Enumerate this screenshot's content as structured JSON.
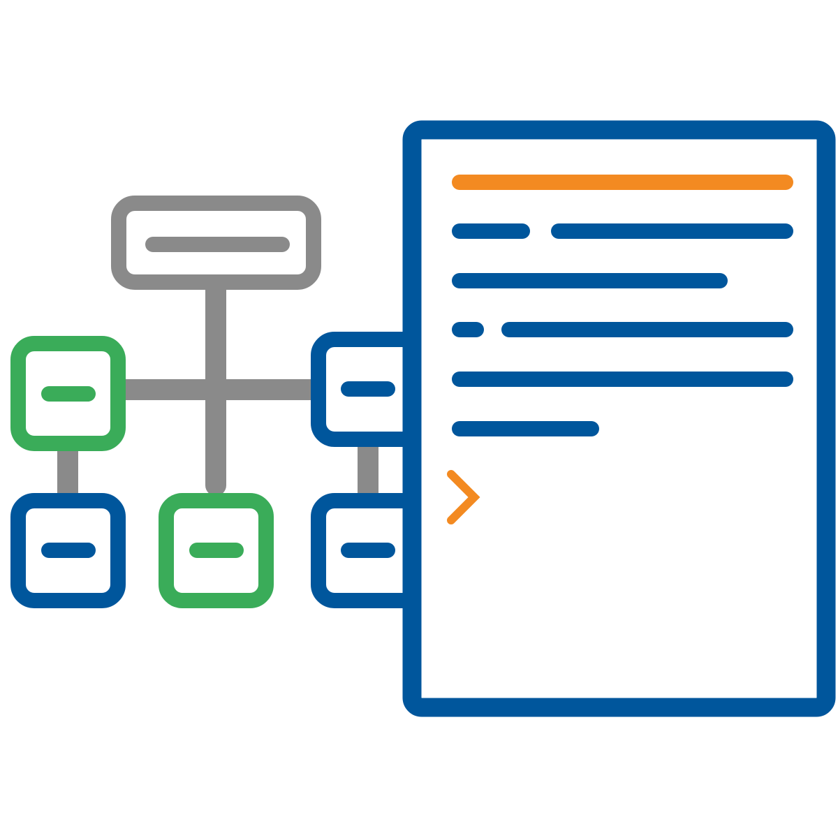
{
  "colors": {
    "gray": "#8a8a8a",
    "green": "#3aac59",
    "blue": "#00569c",
    "orange": "#f38a21",
    "background": "#ffffff"
  },
  "icons": {
    "hierarchy": "sitemap-icon",
    "document": "document-icon",
    "prompt": "chevron-right-icon"
  },
  "hierarchy": {
    "root": {
      "color": "gray"
    },
    "nodes": [
      {
        "name": "left",
        "color": "green"
      },
      {
        "name": "right",
        "color": "blue"
      },
      {
        "name": "bottom-left",
        "color": "blue"
      },
      {
        "name": "bottom-middle",
        "color": "green"
      },
      {
        "name": "bottom-right",
        "color": "blue"
      }
    ]
  },
  "document": {
    "border_color": "blue",
    "heading_color": "orange",
    "text_color": "blue",
    "prompt_color": "orange"
  }
}
